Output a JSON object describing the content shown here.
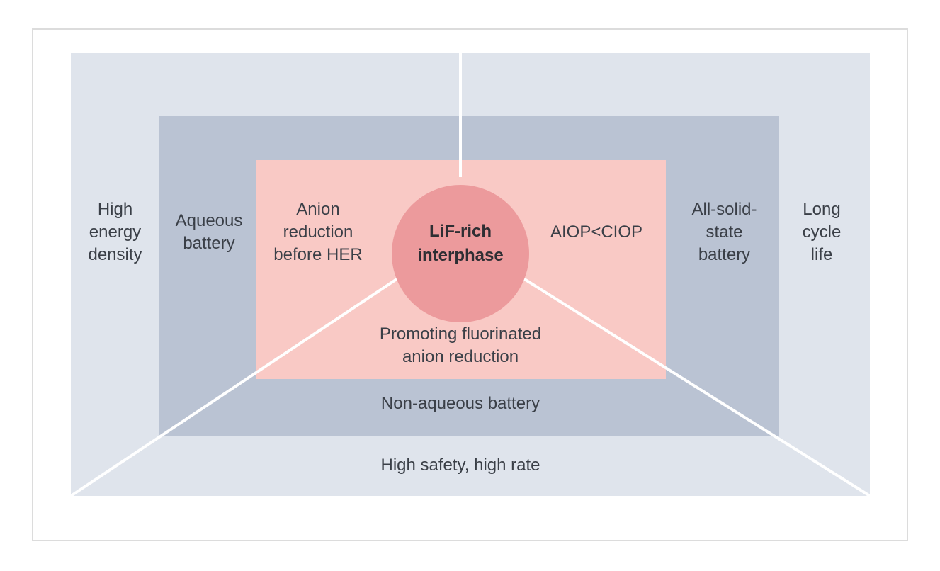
{
  "diagram": {
    "outer_left": "High\nenergy\ndensity",
    "outer_right": "Long\ncycle\nlife",
    "outer_bottom": "High safety, high rate",
    "middle_left": "Aqueous\nbattery",
    "middle_right": "All-solid-\nstate\nbattery",
    "middle_bottom": "Non-aqueous battery",
    "inner_left": "Anion\nreduction\nbefore HER",
    "inner_right": "AIOP<CIOP",
    "inner_bottom": "Promoting fluorinated\nanion reduction",
    "center": "LiF-rich\ninterphase"
  },
  "colors": {
    "outer_fill": "#dfe4ec",
    "middle_fill": "#bac3d3",
    "inner_fill": "#f9c9c5",
    "center_fill": "#ec9a9c",
    "line": "#ffffff"
  }
}
